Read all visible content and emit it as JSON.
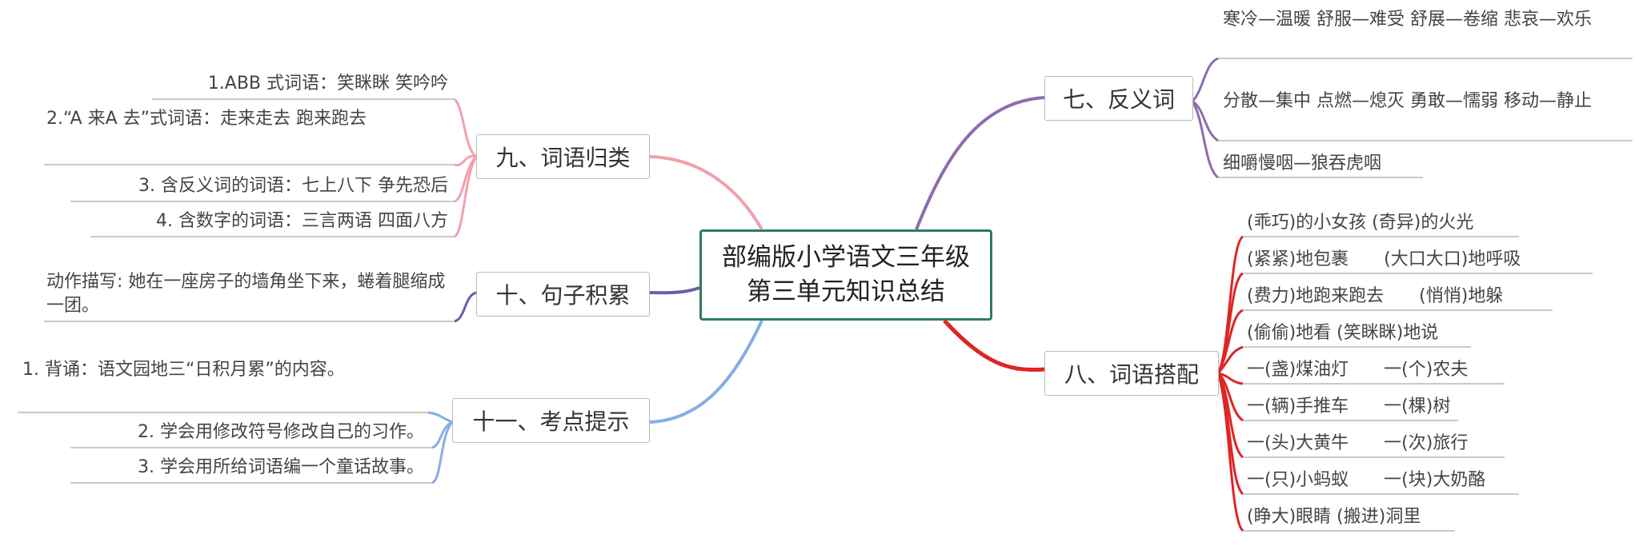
{
  "root": {
    "line1": "部编版小学语文三年级",
    "line2": "第三单元知识总结"
  },
  "colors": {
    "antonym": "#8e6cae",
    "collocation": "#e02424",
    "classify": "#f2a0ab",
    "sentence": "#6a5fa8",
    "exam": "#86aee3",
    "root_border": "#2e7d5b"
  },
  "branches": {
    "antonym": {
      "title": "七、反义词",
      "items": [
        "寒冷—温暖 舒服—难受 舒展—卷缩 悲哀—欢乐",
        "分散—集中 点燃—熄灭 勇敢—懦弱 移动—静止",
        "细嚼慢咽—狼吞虎咽"
      ]
    },
    "collocation": {
      "title": "八、词语搭配",
      "items": [
        "(乖巧)的小女孩 (奇异)的火光",
        "(紧紧)地包裹　　(大口大口)地呼吸",
        "(费力)地跑来跑去　　(悄悄)地躲",
        "(偷偷)地看 (笑眯眯)地说",
        "一(盏)煤油灯　　一(个)农夫",
        "一(辆)手推车　　一(棵)树",
        "一(头)大黄牛　　一(次)旅行",
        "一(只)小蚂蚁　　一(块)大奶酪",
        "(睁大)眼睛 (搬进)洞里"
      ]
    },
    "classify": {
      "title": "九、词语归类",
      "items": [
        "1.ABB 式词语：笑眯眯 笑吟吟",
        "2.“A 来A 去”式词语：走来走去 跑来跑去",
        "3. 含反义词的词语：七上八下 争先恐后",
        "4. 含数字的词语：三言两语 四面八方"
      ]
    },
    "sentence": {
      "title": "十、句子积累",
      "items": [
        "动作描写: 她在一座房子的墙角坐下来，蜷着腿缩成一团。"
      ]
    },
    "exam": {
      "title": "十一、考点提示",
      "items": [
        "1. 背诵：语文园地三“日积月累”的内容。",
        "2. 学会用修改符号修改自己的习作。",
        "3. 学会用所给词语编一个童话故事。"
      ]
    }
  }
}
